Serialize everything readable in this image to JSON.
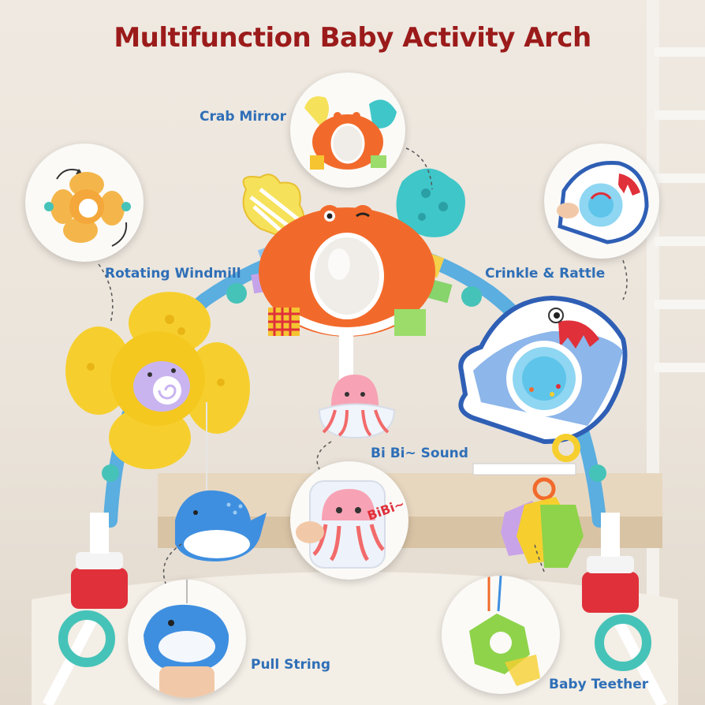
{
  "title": "Multifunction Baby Activity Arch",
  "labels": {
    "crab_mirror": "Crab Mirror",
    "rotating_windmill": "Rotating Windmill",
    "crinkle_rattle": "Crinkle & Rattle",
    "bibi_sound": "Bi Bi~ Sound",
    "pull_string": "Pull String",
    "baby_teether": "Baby Teether",
    "bibi_sticker": "BiBi~"
  },
  "colors": {
    "title": "#9b1b1b",
    "label": "#2f6fb7",
    "arch": "#5aaee0",
    "crab": "#f26a2b",
    "windmill": "#f6cf2f",
    "shark": "#4a90d9",
    "jellyfish": "#f7a3b5",
    "whale": "#3f8fe0",
    "teether_green": "#8ed34a",
    "clamp_red": "#e0303a"
  }
}
